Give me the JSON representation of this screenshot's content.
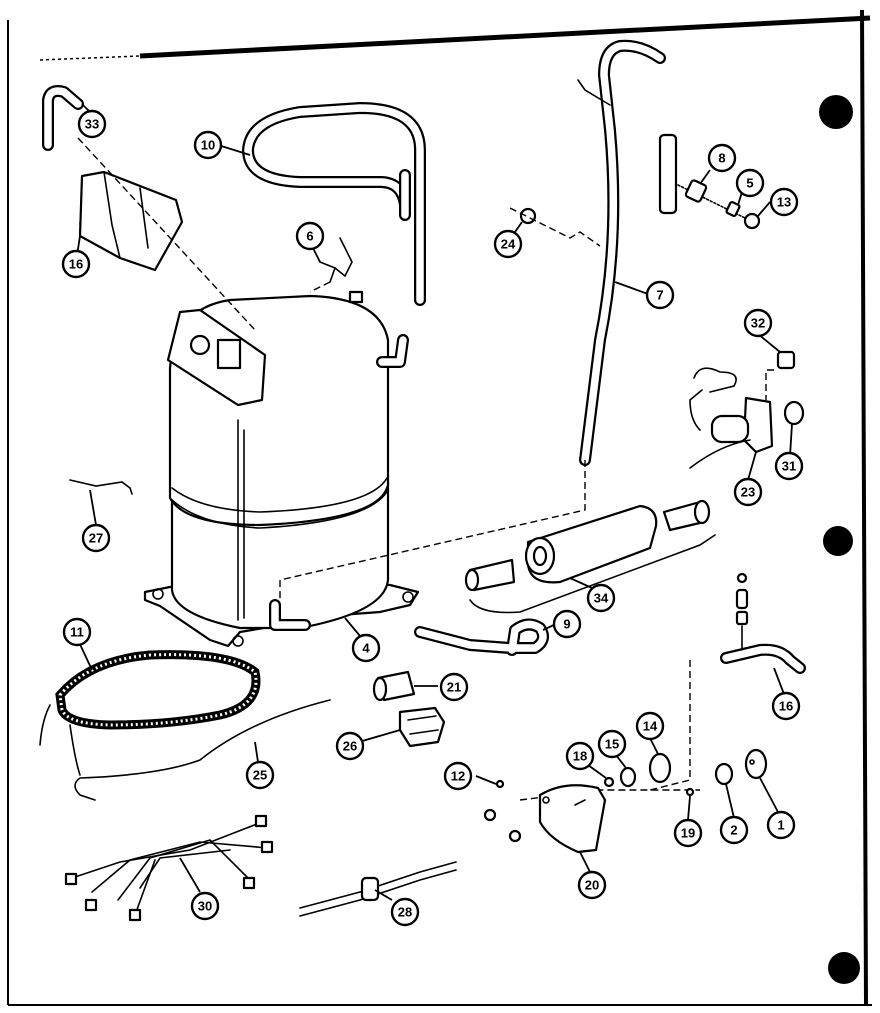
{
  "diagram": {
    "colors": {
      "ink": "#000000",
      "paper": "#ffffff"
    },
    "callouts": [
      {
        "id": "c1",
        "label": "1"
      },
      {
        "id": "c2",
        "label": "2"
      },
      {
        "id": "c4",
        "label": "4"
      },
      {
        "id": "c5",
        "label": "5"
      },
      {
        "id": "c6",
        "label": "6"
      },
      {
        "id": "c7",
        "label": "7"
      },
      {
        "id": "c8",
        "label": "8"
      },
      {
        "id": "c9",
        "label": "9"
      },
      {
        "id": "c10",
        "label": "10"
      },
      {
        "id": "c11",
        "label": "11"
      },
      {
        "id": "c12",
        "label": "12"
      },
      {
        "id": "c13",
        "label": "13"
      },
      {
        "id": "c14",
        "label": "14"
      },
      {
        "id": "c15",
        "label": "15"
      },
      {
        "id": "c16a",
        "label": "16"
      },
      {
        "id": "c16b",
        "label": "16"
      },
      {
        "id": "c18",
        "label": "18"
      },
      {
        "id": "c19",
        "label": "19"
      },
      {
        "id": "c20",
        "label": "20"
      },
      {
        "id": "c21",
        "label": "21"
      },
      {
        "id": "c23",
        "label": "23"
      },
      {
        "id": "c24",
        "label": "24"
      },
      {
        "id": "c25",
        "label": "25"
      },
      {
        "id": "c26",
        "label": "26"
      },
      {
        "id": "c27",
        "label": "27"
      },
      {
        "id": "c28",
        "label": "28"
      },
      {
        "id": "c30",
        "label": "30"
      },
      {
        "id": "c31",
        "label": "31"
      },
      {
        "id": "c32",
        "label": "32"
      },
      {
        "id": "c33",
        "label": "33"
      },
      {
        "id": "c34",
        "label": "34"
      }
    ]
  }
}
